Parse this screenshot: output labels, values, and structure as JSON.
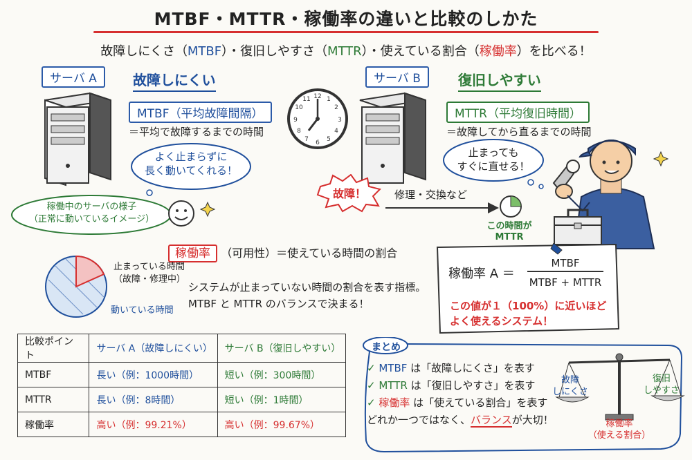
{
  "title": "MTBF・MTTR・稼働率の違いと比較のしかた",
  "subtitle": {
    "p1": "故障しにくさ（",
    "mtbf": "MTBF",
    "p2": "）・",
    "p3": "復旧しやすさ（",
    "mttr": "MTTR",
    "p4": "）・使えている割合（",
    "rate": "稼働率",
    "p5": "）を比べる！"
  },
  "server_a": {
    "label": "サーバ A",
    "heading": "故障しにくい",
    "term_box": "MTBF（平均故障間隔）",
    "definition": "＝平均で故障するまでの時間",
    "bubble_line1": "よく止まらずに",
    "bubble_line2": "長く動いてくれる！",
    "caption_line1": "稼働中のサーバの様子",
    "caption_line2": "（正常に動いているイメージ）"
  },
  "server_b": {
    "label": "サーバ B",
    "heading": "復旧しやすい",
    "term_box": "MTTR（平均復旧時間）",
    "definition": "＝故障してから直るまでの時間",
    "bubble_line1": "止まっても",
    "bubble_line2": "すぐに直せる！",
    "failure_badge": "故障！",
    "arrow_label": "修理・交換など",
    "mttr_note_line1": "この時間が",
    "mttr_note_line2": "MTTR"
  },
  "availability": {
    "term": "稼働率",
    "term_rest": "（可用性）＝使えている時間の割合",
    "pie_stopped_line1": "止まっている時間",
    "pie_stopped_line2": "（故障・修理中）",
    "pie_running": "動いている時間",
    "desc_line1": "システムが止まっていない時間の割合を表す指標。",
    "desc_line2": "MTBF と MTTR のバランスで決まる！"
  },
  "formula": {
    "lhs": "稼働率 A ＝",
    "numerator": "MTBF",
    "denominator": "MTBF + MTTR",
    "note_line1": "この値が１（100%）に近いほど",
    "note_line2": "よく使えるシステム！"
  },
  "table": {
    "headers": [
      "比較ポイント",
      "サーバ A（故障しにくい）",
      "サーバ B（復旧しやすい）"
    ],
    "rows": [
      [
        "MTBF",
        "長い（例：1000時間）",
        "短い（例：300時間）"
      ],
      [
        "MTTR",
        "長い（例：8時間）",
        "短い（例：1時間）"
      ],
      [
        "稼働率",
        "高い（例：99.21%）",
        "高い（例：99.67%）"
      ]
    ]
  },
  "summary": {
    "title": "まとめ",
    "items": [
      {
        "check": "✓",
        "term": "MTBF",
        "rest": "は「故障しにくさ」を表す"
      },
      {
        "check": "✓",
        "term": "MTTR",
        "rest": "は「復旧しやすさ」を表す"
      },
      {
        "check": "✓",
        "term": "稼働率",
        "rest": "は「使えている割合」を表す"
      }
    ],
    "last_line_p1": "どれか一つではなく、",
    "last_line_balance": "バランス",
    "last_line_p2": "が大切！",
    "scale_left_line1": "故障",
    "scale_left_line2": "しにくさ",
    "scale_right_line1": "復旧",
    "scale_right_line2": "しやすさ",
    "scale_center_line1": "稼働率",
    "scale_center_line2": "（使える割合）"
  },
  "colors": {
    "blue": "#1f4f9c",
    "green": "#2d7a36",
    "red": "#d62f2f"
  }
}
